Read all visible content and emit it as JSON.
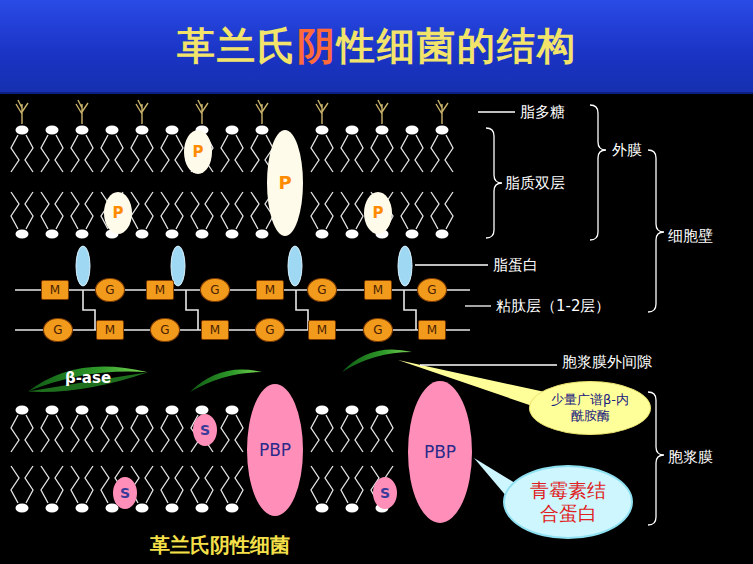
{
  "diagram": {
    "title": "革兰氏阴性细菌的结构",
    "caption": "革兰氏阴性细菌",
    "nodes": [
      {
        "text": [
          "P"
        ]
      },
      {
        "text": [
          "P"
        ]
      },
      {
        "text": [
          "P"
        ]
      },
      {
        "text": [
          "P"
        ]
      },
      {
        "text": [
          "M"
        ]
      },
      {
        "text": [
          "G"
        ]
      },
      {
        "text": [
          "M"
        ]
      },
      {
        "text": [
          "G"
        ]
      },
      {
        "text": [
          "M"
        ]
      },
      {
        "text": [
          "G"
        ]
      },
      {
        "text": [
          "M"
        ]
      },
      {
        "text": [
          "G"
        ]
      },
      {
        "text": [
          "G"
        ]
      },
      {
        "text": [
          "M"
        ]
      },
      {
        "text": [
          "G"
        ]
      },
      {
        "text": [
          "M"
        ]
      },
      {
        "text": [
          "G"
        ]
      },
      {
        "text": [
          "M"
        ]
      },
      {
        "text": [
          "G"
        ]
      },
      {
        "text": [
          "M"
        ]
      },
      {
        "text": [
          "β-ase"
        ]
      },
      {
        "text": [
          "S"
        ]
      },
      {
        "text": [
          "PBP"
        ]
      },
      {
        "text": [
          "PBP"
        ]
      },
      {
        "text": [
          "少量广谱β-内酰胺酶"
        ]
      },
      {
        "text": [
          "S"
        ]
      },
      {
        "text": [
          "S"
        ]
      },
      {
        "text": [
          "青霉素结合蛋白"
        ]
      }
    ],
    "labels": [
      "脂多糖",
      "外膜",
      "脂质双层",
      "细胞壁",
      "脂蛋白",
      "粘肽层（1-2层）",
      "胞浆膜外间隙",
      "胞浆膜"
    ]
  }
}
